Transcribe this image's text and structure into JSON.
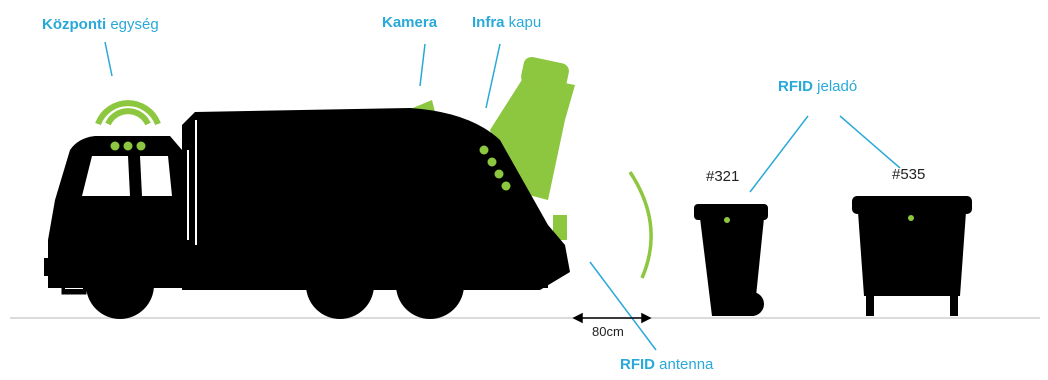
{
  "labels": {
    "central_unit": {
      "bold": "Központi",
      "rest": " egység"
    },
    "camera": {
      "bold": "Kamera",
      "rest": ""
    },
    "infra_gate": {
      "bold": "Infra",
      "rest": " kapu"
    },
    "rfid_tag": {
      "bold": "RFID",
      "rest": " jeladó"
    },
    "rfid_antenna": {
      "bold": "RFID",
      "rest": " antenna"
    }
  },
  "bins": [
    {
      "id": "#321"
    },
    {
      "id": "#535"
    }
  ],
  "distance": "80cm",
  "colors": {
    "accent_green": "#8dc63f",
    "label_blue": "#29a9d8",
    "silhouette": "#000000",
    "ground": "#c8c8c8"
  }
}
